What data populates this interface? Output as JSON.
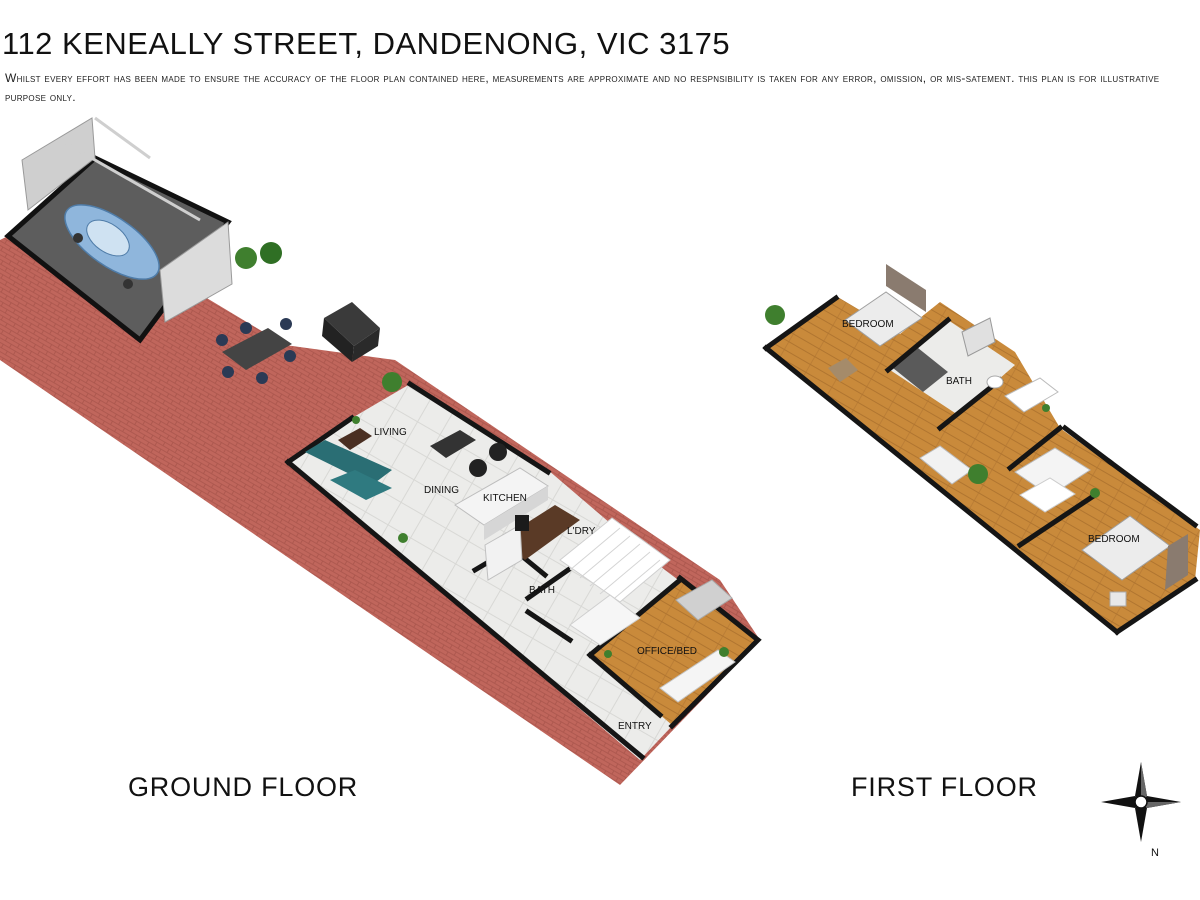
{
  "header": {
    "title": "112 KENEALLY STREET, DANDENONG, VIC 3175",
    "disclaimer": "Whilst every effort has been made to ensure the accuracy of the floor plan contained here, measurements are approximate and no respnsibility is taken for any error, omission, or mis-satement. this plan is for illustrative purpose only."
  },
  "ground_floor": {
    "label": "GROUND FLOOR",
    "rooms": {
      "living": "LIVING",
      "dining": "DINING",
      "kitchen": "KITCHEN",
      "laundry": "L'DRY",
      "bath": "BATH",
      "office_bed": "OFFICE/BED",
      "entry": "ENTRY"
    }
  },
  "first_floor": {
    "label": "FIRST FLOOR",
    "rooms": {
      "bedroom_1": "BEDROOM",
      "bath": "BATH",
      "bedroom_2": "BEDROOM"
    }
  },
  "compass": {
    "north_label": "N"
  },
  "colors": {
    "paving": "#c0665c",
    "tile": "#ebebe8",
    "timber": "#c8893a",
    "wall": "#151515",
    "garage_floor": "#5c5c5c",
    "teal_sofa": "#2a6e74",
    "car": "#8fb6dc"
  }
}
